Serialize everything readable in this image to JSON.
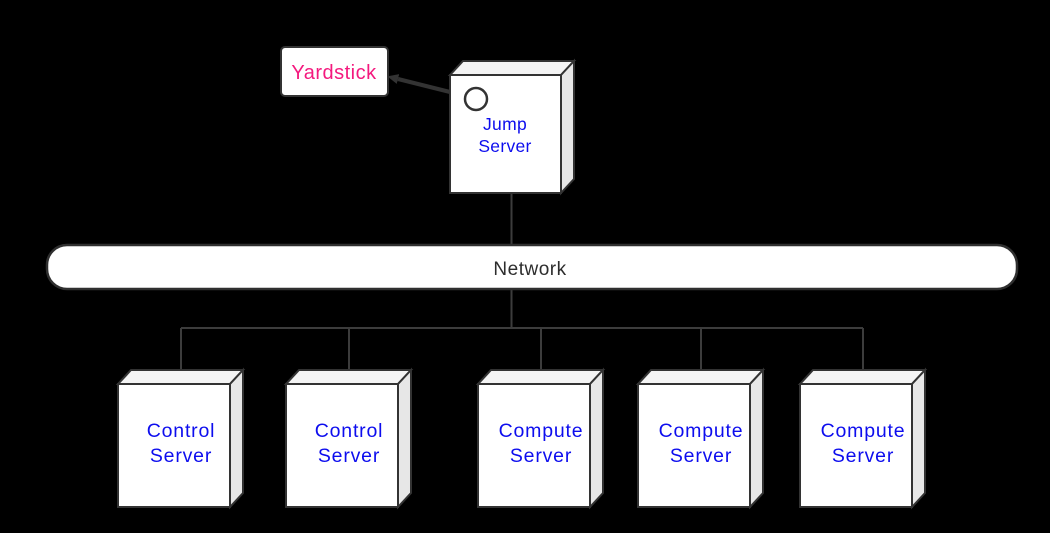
{
  "colors": {
    "background": "#000000",
    "line": "#3c3c3c",
    "box_border": "#333333",
    "box_front_fill": "#ffffff",
    "box_top_fill": "#f4f4f4",
    "box_side_fill": "#e7e7e7",
    "server_label": "#0d0dee",
    "yardstick_label": "#f4197e",
    "network_label": "#2d2d2d"
  },
  "yardstick": {
    "label": "Yardstick"
  },
  "jump_server": {
    "label_lines": [
      "Jump",
      "Server"
    ]
  },
  "network": {
    "label": "Network"
  },
  "servers": [
    {
      "label_lines": [
        "Control",
        "Server"
      ]
    },
    {
      "label_lines": [
        "Control",
        "Server"
      ]
    },
    {
      "label_lines": [
        "Compute",
        "Server"
      ]
    },
    {
      "label_lines": [
        "Compute",
        "Server"
      ]
    },
    {
      "label_lines": [
        "Compute",
        "Server"
      ]
    }
  ]
}
